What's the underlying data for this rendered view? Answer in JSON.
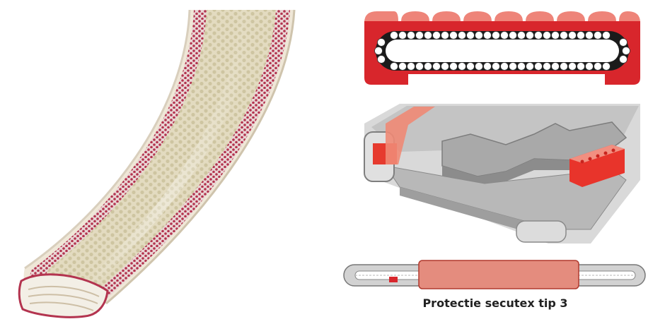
{
  "caption": "Protectie secutex tip 3",
  "colors": {
    "red": "#d8262c",
    "light_red": "#f08a76",
    "sling_red": "#e48c7e",
    "grey": "#bdbdbd",
    "dark_grey": "#8a8a8a",
    "hose_red": "#b33a55",
    "hose_cream": "#e7dfc6"
  },
  "illustrations": [
    {
      "name": "hose-photo",
      "icon": "protective-sleeve-image"
    },
    {
      "name": "cross-section",
      "icon": "sleeve-cross-section-diagram"
    },
    {
      "name": "cutaway",
      "icon": "sleeve-cutaway-diagram"
    },
    {
      "name": "sling",
      "icon": "round-sling-with-sleeve-diagram"
    }
  ]
}
